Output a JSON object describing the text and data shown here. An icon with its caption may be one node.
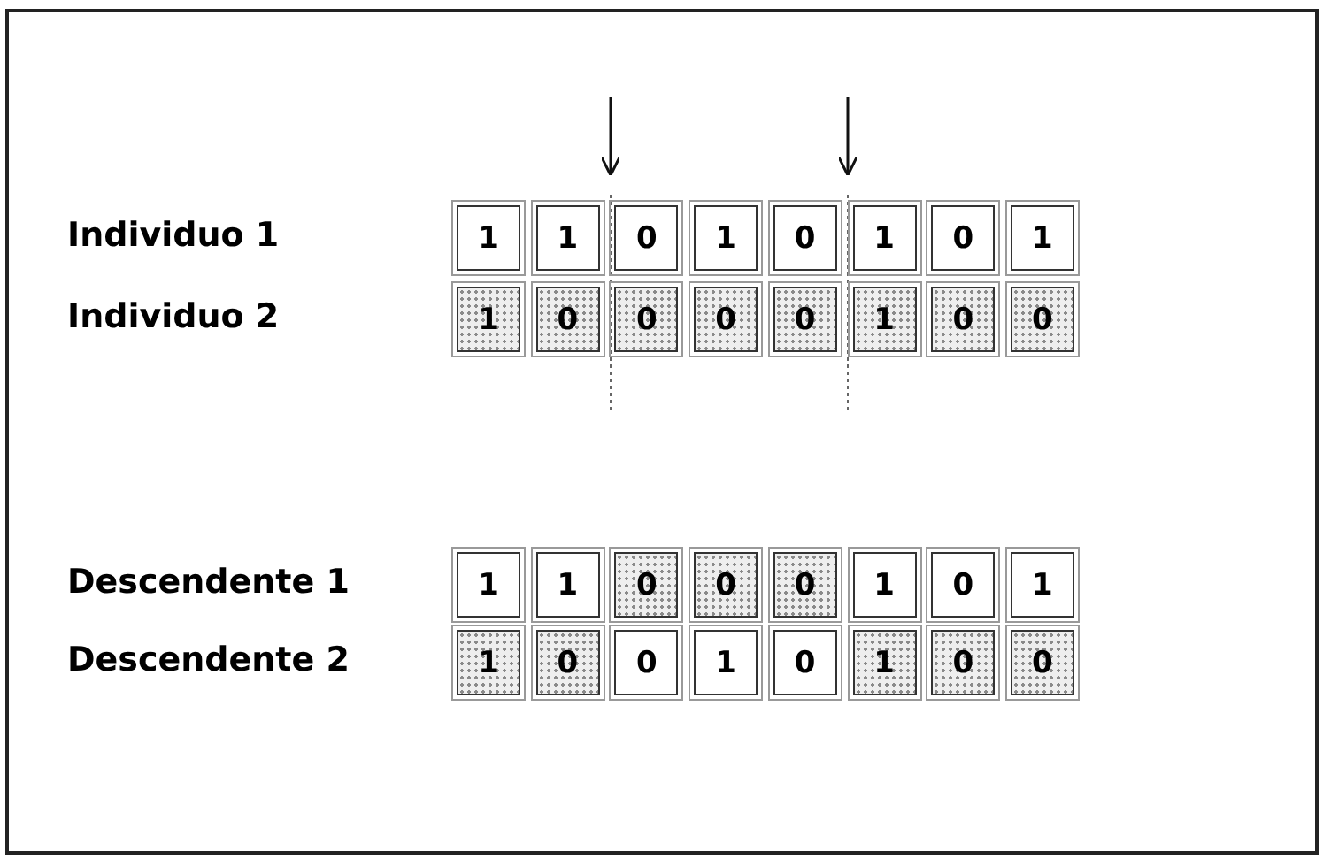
{
  "diagram": {
    "nodes": [
      {
        "text": [
          "1"
        ]
      },
      {
        "text": [
          "1"
        ]
      },
      {
        "text": [
          "0"
        ]
      },
      {
        "text": [
          "1"
        ]
      },
      {
        "text": [
          "0"
        ]
      },
      {
        "text": [
          "1"
        ]
      },
      {
        "text": [
          "0"
        ]
      },
      {
        "text": [
          "1"
        ]
      },
      {
        "text": [
          "1"
        ]
      },
      {
        "text": [
          "0"
        ]
      },
      {
        "text": [
          "0"
        ]
      },
      {
        "text": [
          "0"
        ]
      },
      {
        "text": [
          "0"
        ]
      },
      {
        "text": [
          "1"
        ]
      },
      {
        "text": [
          "0"
        ]
      },
      {
        "text": [
          "0"
        ]
      },
      {
        "text": [
          "1"
        ]
      },
      {
        "text": [
          "1"
        ]
      },
      {
        "text": [
          "0"
        ]
      },
      {
        "text": [
          "0"
        ]
      },
      {
        "text": [
          "0"
        ]
      },
      {
        "text": [
          "1"
        ]
      },
      {
        "text": [
          "0"
        ]
      },
      {
        "text": [
          "1"
        ]
      },
      {
        "text": [
          "1"
        ]
      },
      {
        "text": [
          "0"
        ]
      },
      {
        "text": [
          "0"
        ]
      },
      {
        "text": [
          "1"
        ]
      },
      {
        "text": [
          "0"
        ]
      },
      {
        "text": [
          "1"
        ]
      },
      {
        "text": [
          "0"
        ]
      },
      {
        "text": [
          "0"
        ]
      }
    ],
    "labels": [
      "Individuo 1",
      "Individuo 2",
      "Descendente 1",
      "Descendente 2"
    ]
  }
}
